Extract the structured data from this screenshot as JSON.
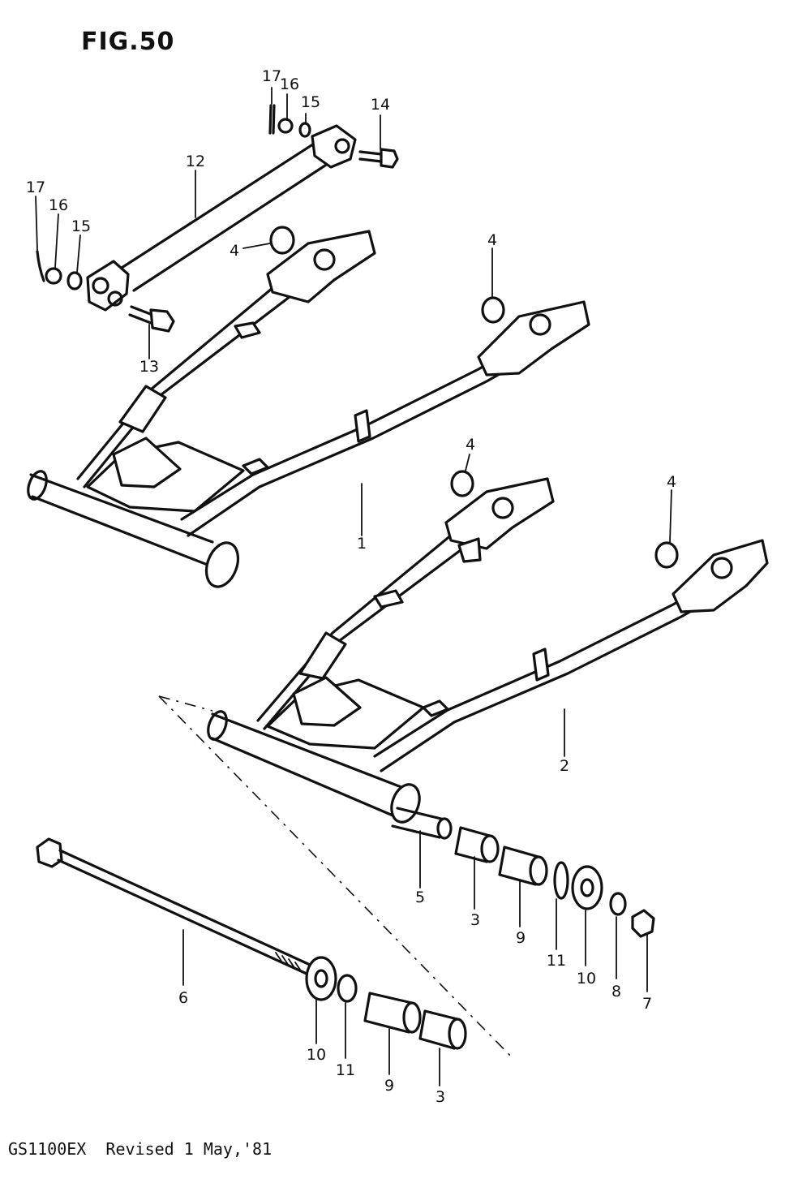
{
  "figure_title": "FIG.50",
  "footer_text": "GS1100EX  Revised 1 May,'81",
  "callouts": [
    {
      "id": "c17a",
      "label": "17"
    },
    {
      "id": "c16a",
      "label": "16"
    },
    {
      "id": "c15a",
      "label": "15"
    },
    {
      "id": "c14",
      "label": "14"
    },
    {
      "id": "c12",
      "label": "12"
    },
    {
      "id": "c17b",
      "label": "17"
    },
    {
      "id": "c16b",
      "label": "16"
    },
    {
      "id": "c15b",
      "label": "15"
    },
    {
      "id": "c4a",
      "label": "4"
    },
    {
      "id": "c4b",
      "label": "4"
    },
    {
      "id": "c13",
      "label": "13"
    },
    {
      "id": "c1",
      "label": "1"
    },
    {
      "id": "c4c",
      "label": "4"
    },
    {
      "id": "c4d",
      "label": "4"
    },
    {
      "id": "c2",
      "label": "2"
    },
    {
      "id": "c5",
      "label": "5"
    },
    {
      "id": "c3a",
      "label": "3"
    },
    {
      "id": "c9a",
      "label": "9"
    },
    {
      "id": "c11a",
      "label": "11"
    },
    {
      "id": "c10a",
      "label": "10"
    },
    {
      "id": "c8",
      "label": "8"
    },
    {
      "id": "c7",
      "label": "7"
    },
    {
      "id": "c6",
      "label": "6"
    },
    {
      "id": "c10b",
      "label": "10"
    },
    {
      "id": "c11b",
      "label": "11"
    },
    {
      "id": "c9b",
      "label": "9"
    },
    {
      "id": "c3b",
      "label": "3"
    }
  ]
}
